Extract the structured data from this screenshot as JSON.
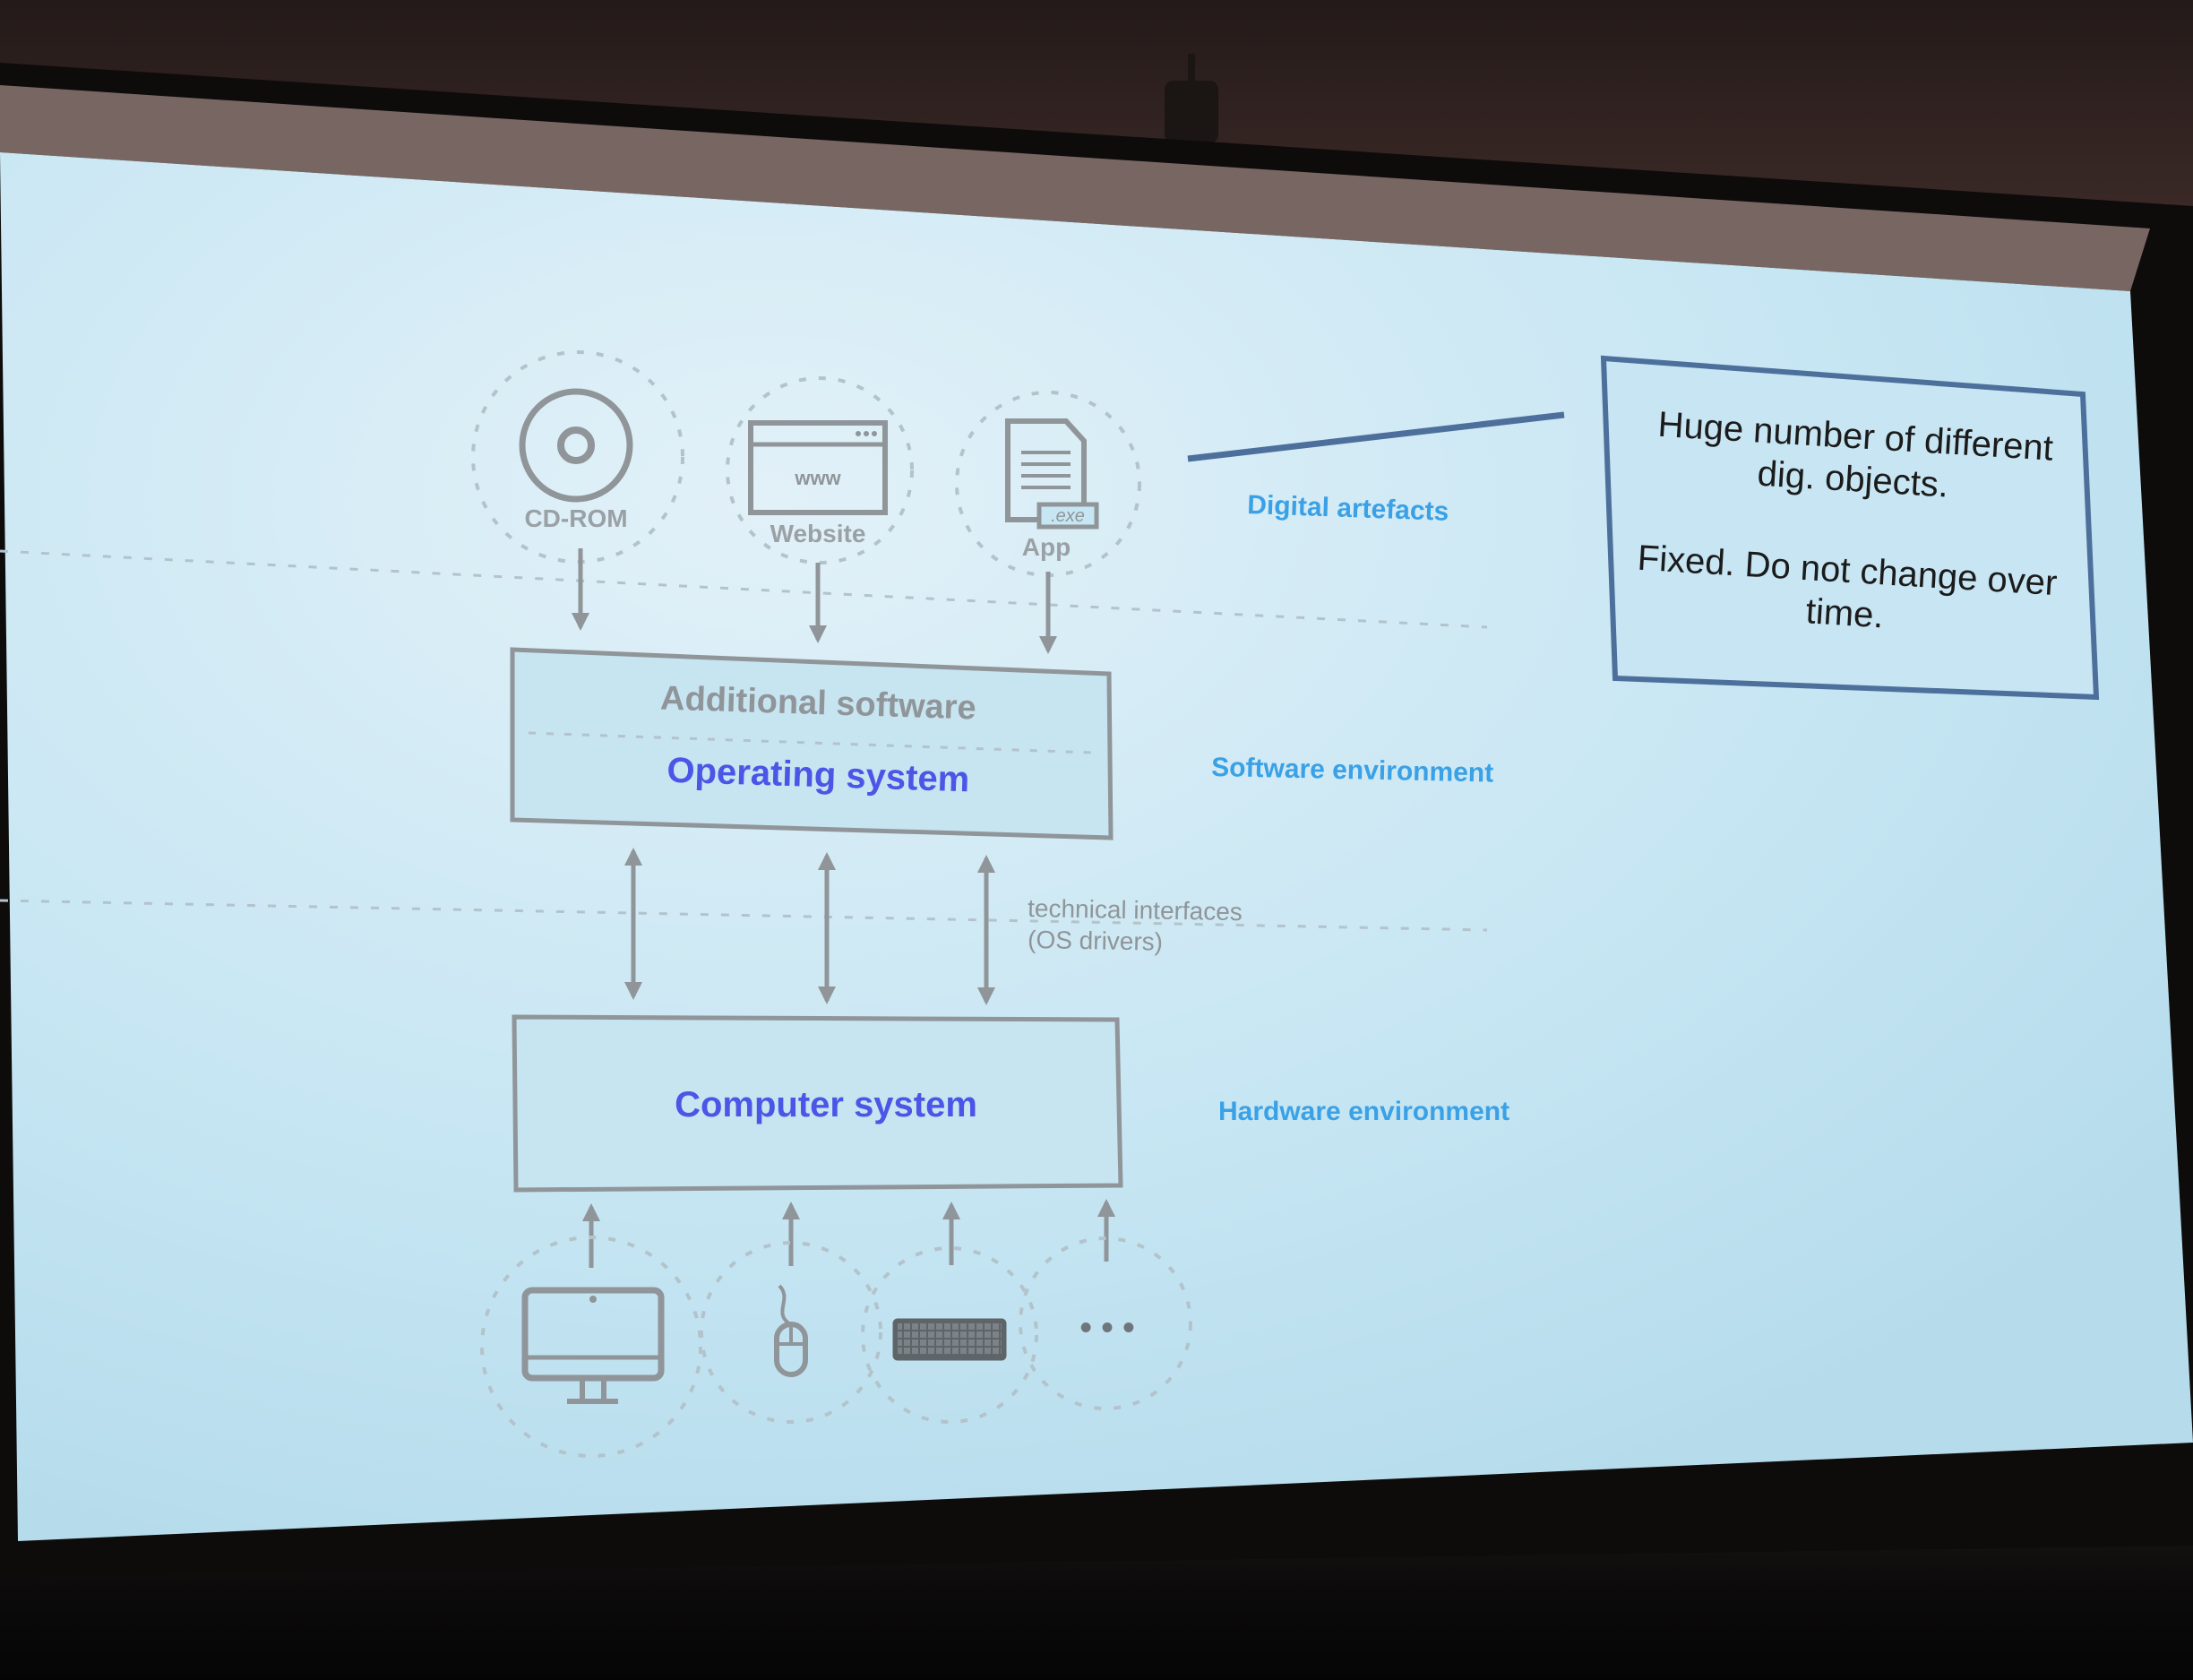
{
  "artefacts": {
    "items": [
      {
        "label": "CD-ROM",
        "icon": "cd-rom-icon"
      },
      {
        "label": "Website",
        "icon": "website-icon",
        "badge": "www"
      },
      {
        "label": "App",
        "icon": "app-file-icon",
        "badge": ".exe"
      }
    ]
  },
  "boxes": {
    "software_top": "Additional software",
    "software_bottom": "Operating system",
    "hardware": "Computer system"
  },
  "interfaces": {
    "line1": "technical interfaces",
    "line2": "(OS drivers)"
  },
  "layers": {
    "digital": "Digital artefacts",
    "software": "Software environment",
    "hardware": "Hardware environment"
  },
  "devices": {
    "items": [
      {
        "icon": "monitor-icon"
      },
      {
        "icon": "mouse-icon"
      },
      {
        "icon": "keyboard-icon"
      },
      {
        "icon": "more-icon",
        "text": "• • •"
      }
    ]
  },
  "note": {
    "line1": "Huge number of different",
    "line2": "dig. objects.",
    "line3": "Fixed. Do not change over",
    "line4": "time."
  },
  "colors": {
    "screen": "#c7e6f3",
    "gray": "#8f9599",
    "accent_blue": "#4a56e6",
    "light_blue": "#3aa1e6",
    "note_border": "#4d6f9c"
  }
}
